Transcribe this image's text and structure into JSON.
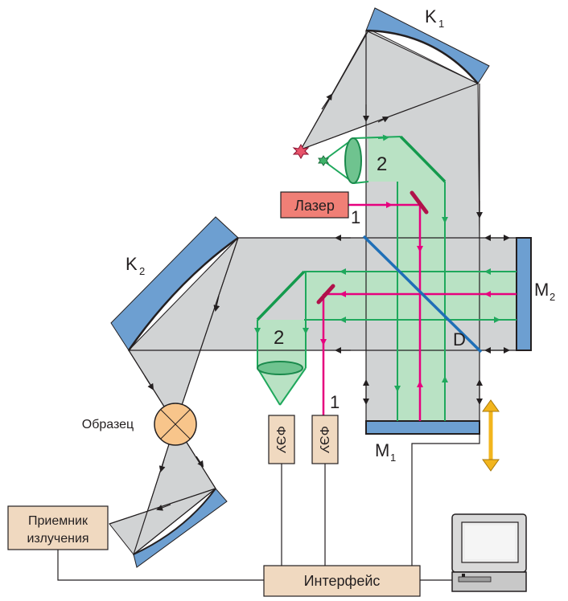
{
  "labels": {
    "k1_main": "K",
    "k1_sub": "1",
    "k2_main": "K",
    "k2_sub": "2",
    "m2_main": "M",
    "m2_sub": "2",
    "m1_main": "M",
    "m1_sub": "1",
    "d": "D",
    "beam1_top": "1",
    "beam1_bottom": "1",
    "beam2_top": "2",
    "beam2_bottom": "2",
    "sample": "Образец"
  },
  "boxes": {
    "laser": "Лазер",
    "pmt_left": "ФЭУ",
    "pmt_right": "ФЭУ",
    "receiver_line1": "Приемник",
    "receiver_line2": "излучения",
    "interface": "Интерфейс"
  },
  "colors": {
    "beam_gray": "#d1d3d4",
    "mirror_blue": "#6d9fd1",
    "green": "#1fa85c",
    "green_fill": "#b9e2c4",
    "magenta": "#e6007e",
    "laser_box": "#f07f76",
    "device_box": "#f0d9c0",
    "sample_fill": "#f8c58b",
    "splitter": "#1f6fb7",
    "mirror_red": "#b0124a",
    "arrow_orange": "#f2b51d"
  },
  "icons": [
    "computer-icon",
    "star-source-icon",
    "double-arrow-icon"
  ]
}
